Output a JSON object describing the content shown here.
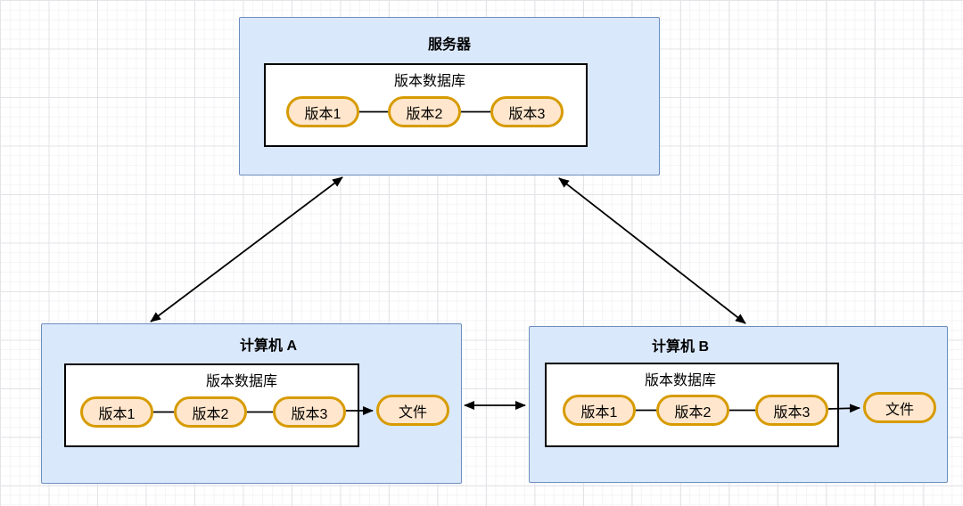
{
  "colors": {
    "node_fill": "#dae8fc",
    "node_border": "#6c8ebf",
    "db_fill": "#ffffff",
    "db_border": "#000000",
    "version_fill": "#ffe6cc",
    "version_border": "#d79b00",
    "connector": "#000000",
    "grid_minor": "#f4f4f6",
    "grid_major": "#e4e4e8"
  },
  "server": {
    "title": "服务器",
    "database_label": "版本数据库",
    "versions": [
      "版本1",
      "版本2",
      "版本3"
    ]
  },
  "computer_a": {
    "title": "计算机 A",
    "database_label": "版本数据库",
    "versions": [
      "版本1",
      "版本2",
      "版本3"
    ],
    "file_label": "文件"
  },
  "computer_b": {
    "title": "计算机 B",
    "database_label": "版本数据库",
    "versions": [
      "版本1",
      "版本2",
      "版本3"
    ],
    "file_label": "文件"
  }
}
